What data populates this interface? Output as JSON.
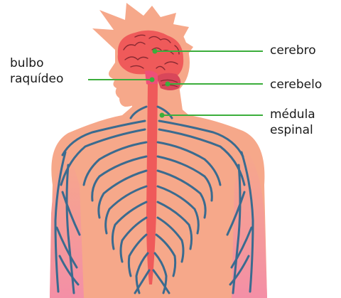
{
  "labels": {
    "bulbo_raquideo": [
      "bulbo",
      "raquídeo"
    ],
    "cerebro": "cerebro",
    "cerebelo": "cerebelo",
    "medula_espinal": [
      "médula",
      "espinal"
    ]
  },
  "colors": {
    "skin": "#f6a88a",
    "hair": "#f6a88a",
    "brain": "#ef5a5a",
    "brain_lines": "#8a2a32",
    "spinal_cord": "#ef5a5a",
    "nerves": "#3a6b8f",
    "pointer_line": "#3cae3c",
    "arm_pink": "#f48fa6"
  }
}
